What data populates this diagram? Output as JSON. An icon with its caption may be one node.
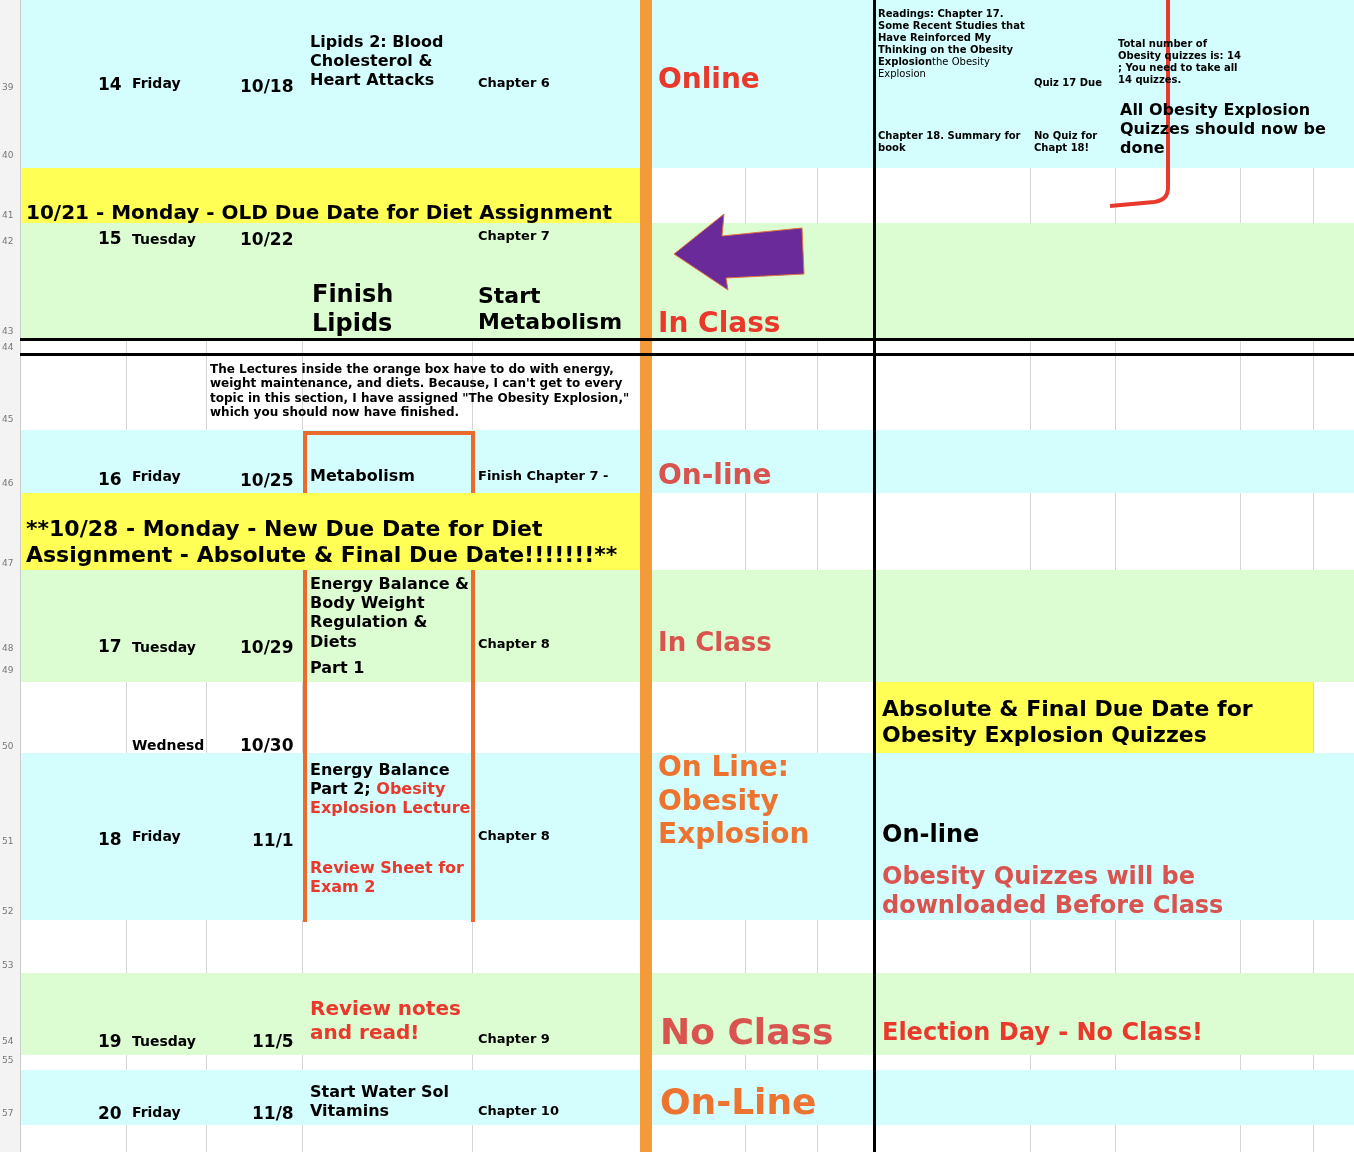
{
  "diagram": {
    "labels": [
      "39",
      "14",
      "Friday",
      "10/18",
      "Lipids 2: Blood Cholesterol & Heart Attacks",
      "Chapter 6",
      "Online",
      "**Readings: Chapter 17. Some Recent Studies that Have Reinforced My Thinking on the Obesity Explosion**the Obesity Explosion",
      "Quiz 17 Due",
      "Total number of Obesity quizzes is: 14 ; You need to take all 14 quizzes.",
      "40",
      "Chapter 18.  Summary for book",
      "No Quiz for Chapt 18!",
      "All Obesity Explosion Quizzes should now be done",
      "41",
      "10/21 - Monday - OLD Due Date for Diet Assignment",
      "42",
      "15",
      "Tuesday",
      "10/22",
      "Chapter 7",
      "Finish Lipids",
      "Start Metabolism",
      "In Class",
      "43",
      "44",
      "The Lectures inside the orange box have to do with energy, weight maintenance, and diets.  Because, I can't get to every topic in this section, I have assigned \"The Obesity Explosion,\" which you should now have finished.",
      "45",
      "46",
      "16",
      "Friday",
      "10/25",
      "Metabolism",
      "Finish Chapter 7 -",
      "On-line",
      "**10/28 - Monday - New Due Date for Diet Assignment - Absolute & Final Due Date!!!!!!!**",
      "47",
      "Energy Balance & Body Weight Regulation & Diets",
      "48",
      "17",
      "Tuesday",
      "10/29",
      "Chapter 8",
      "In Class",
      "Part 1",
      "49",
      "Absolute & Final Due Date for Obesity Explosion Quizzes",
      "Wednesd",
      "10/30",
      "50",
      "On Line: Obesity Explosion",
      "Energy Balance Part 2;",
      "Obesity Explosion Lecture",
      "Review Sheet for Exam 2",
      "18",
      "Friday",
      "11/1",
      "Chapter 8",
      "On-line",
      "51",
      "Obesity Quizzes will be downloaded Before Class",
      "52",
      "53",
      "Review notes and read!",
      "No Class",
      "Election Day - No Class!",
      "19",
      "Tuesday",
      "11/5",
      "Chapter 9",
      "54",
      "55",
      "Start Water Sol Vitamins",
      "20",
      "Friday",
      "11/8",
      "Chapter 10",
      "On-Line",
      "57"
    ]
  }
}
